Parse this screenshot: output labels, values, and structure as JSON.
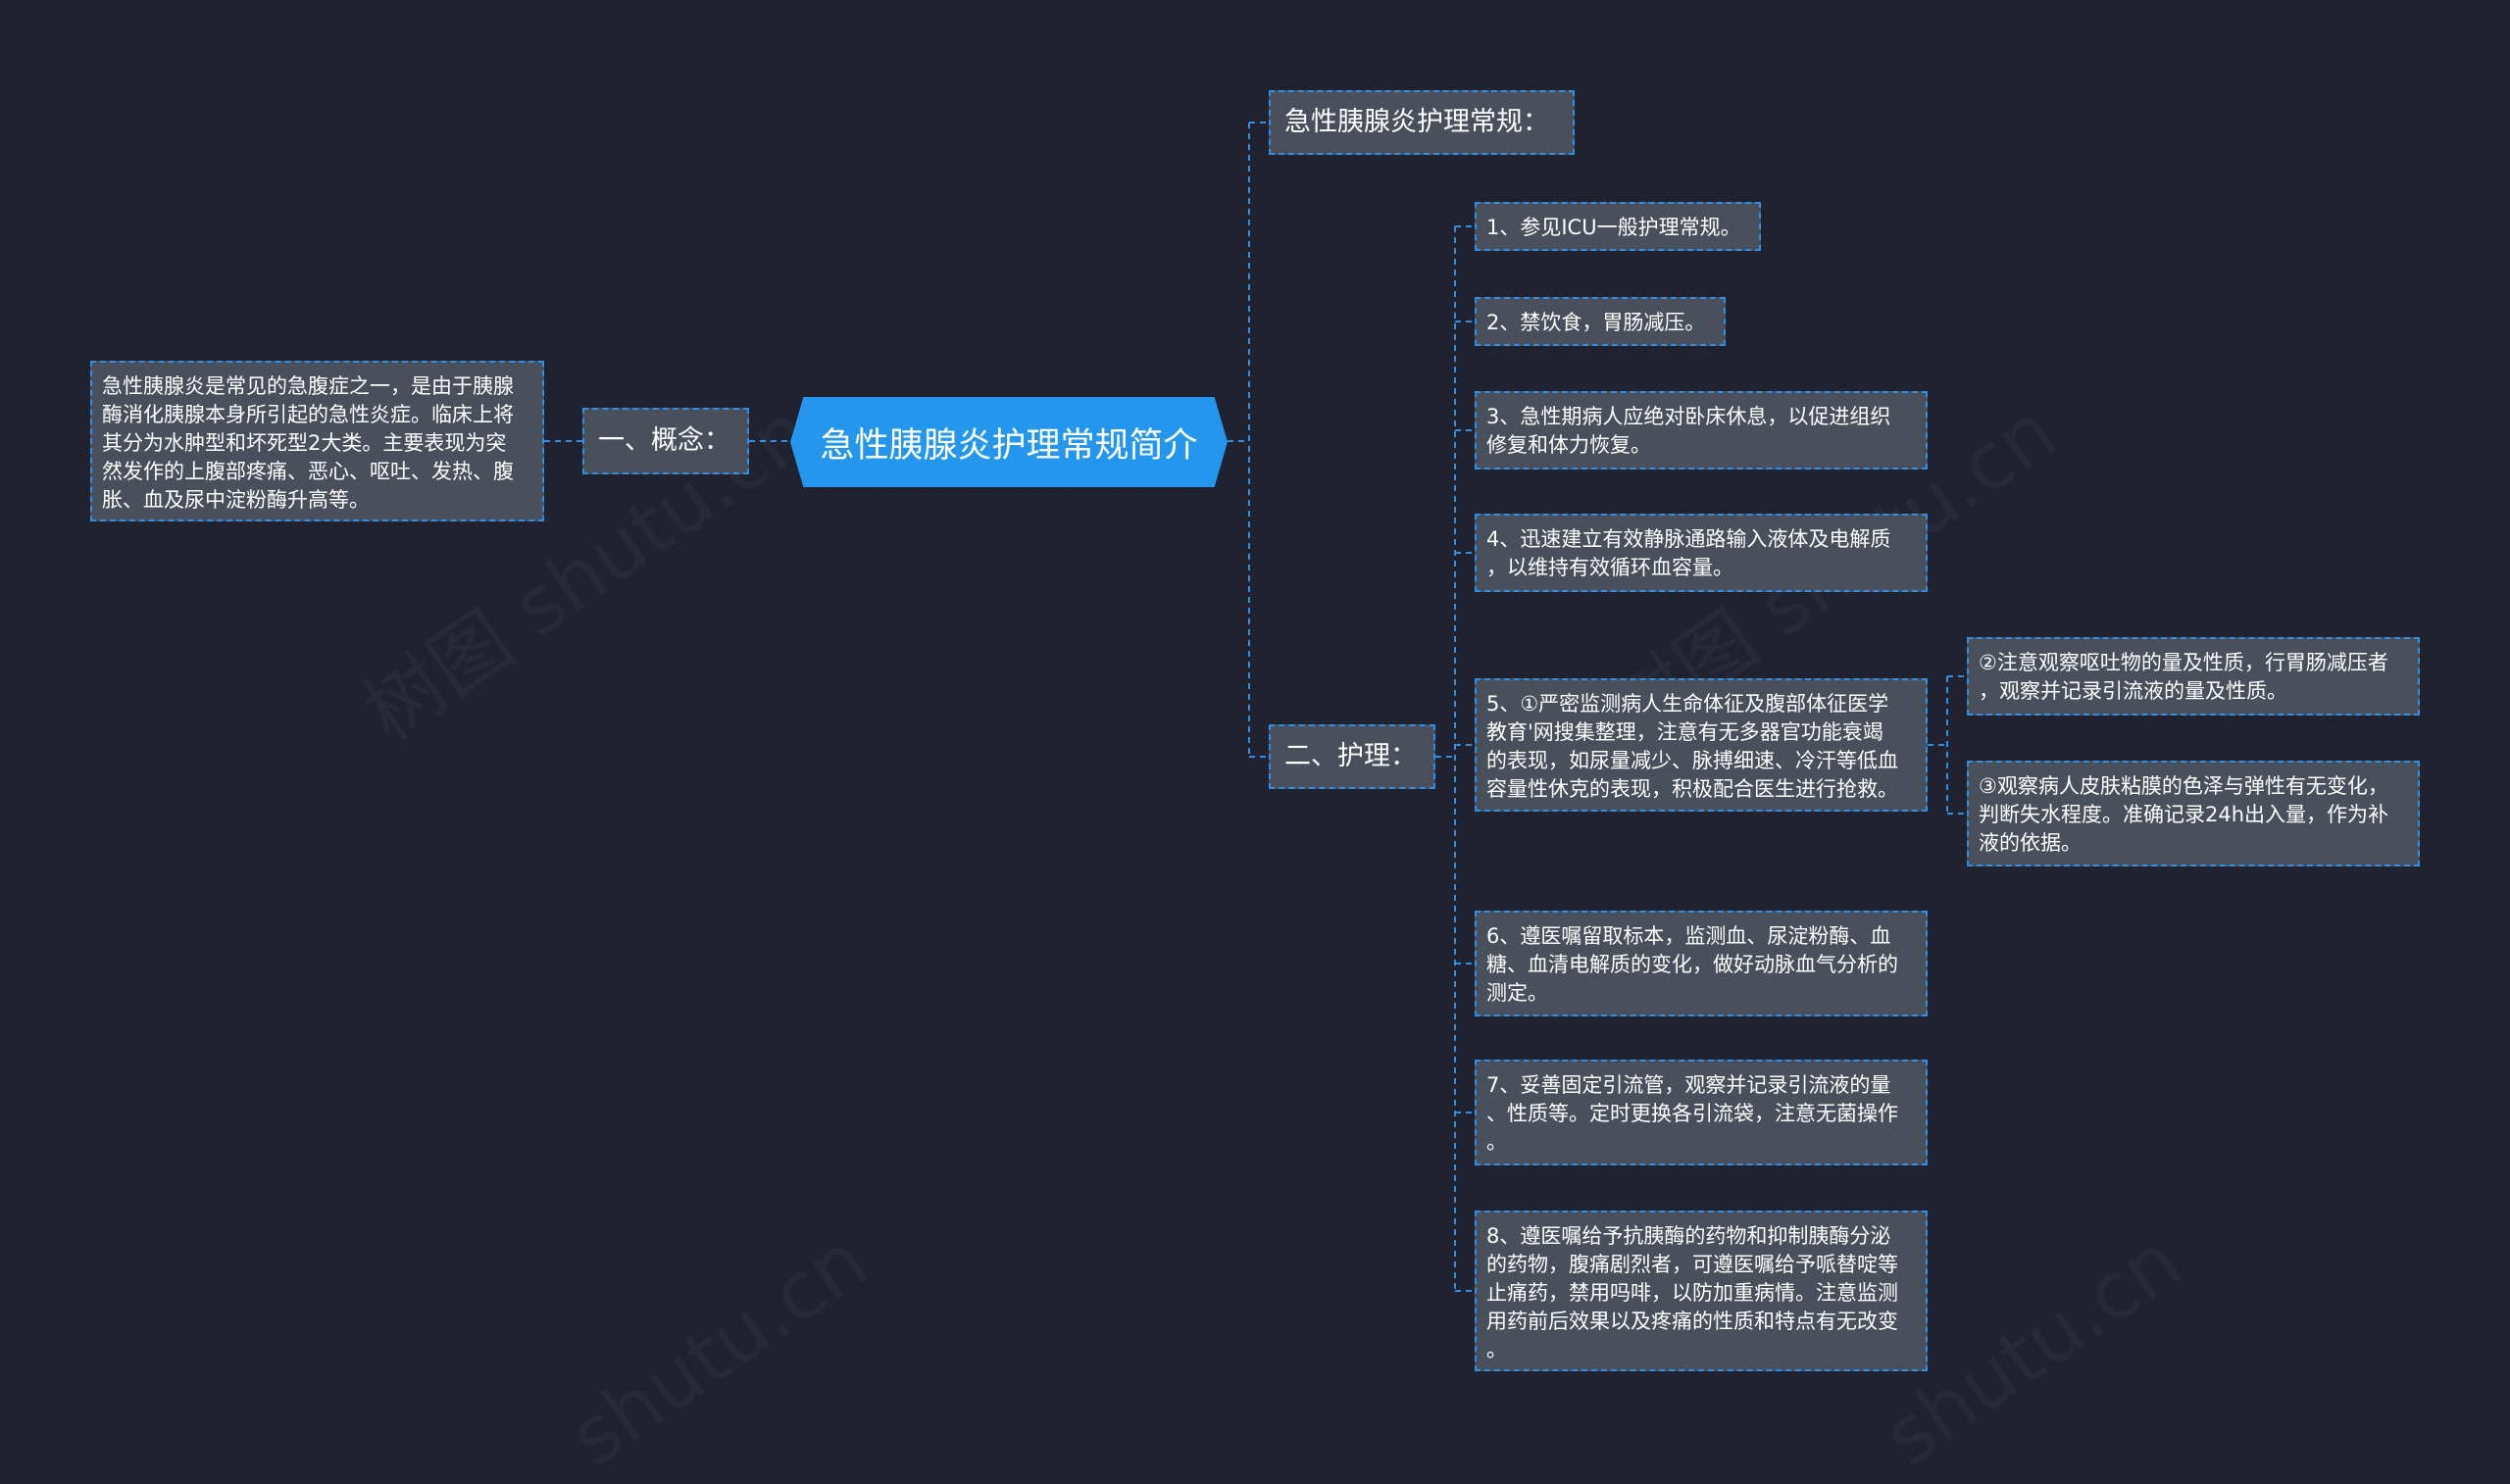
{
  "diagram": {
    "root": {
      "label": "急性胰腺炎护理常规简介"
    },
    "left_branch": {
      "label": "一、概念：",
      "content": "急性胰腺炎是常见的急腹症之一，是由于胰腺\n酶消化胰腺本身所引起的急性炎症。临床上将\n其分为水肿型和坏死型2大类。主要表现为突\n然发作的上腹部疼痛、恶心、呕吐、发热、腹\n胀、血及尿中淀粉酶升高等。"
    },
    "right_top": {
      "label": "急性胰腺炎护理常规："
    },
    "right_bottom": {
      "label": "二、护理：",
      "items": [
        "1、参见ICU一般护理常规。",
        "2、禁饮食，胃肠减压。",
        "3、急性期病人应绝对卧床休息，以促进组织\n修复和体力恢复。",
        "4、迅速建立有效静脉通路输入液体及电解质\n，以维持有效循环血容量。",
        "5、①严密监测病人生命体征及腹部体征医学\n教育'网搜集整理，注意有无多器官功能衰竭\n的表现，如尿量减少、脉搏细速、冷汗等低血\n容量性休克的表现，积极配合医生进行抢救。",
        "6、遵医嘱留取标本，监测血、尿淀粉酶、血\n糖、血清电解质的变化，做好动脉血气分析的\n测定。",
        "7、妥善固定引流管，观察并记录引流液的量\n、性质等。定时更换各引流袋，注意无菌操作\n。",
        "8、遵医嘱给予抗胰酶的药物和抑制胰酶分泌\n的药物，腹痛剧烈者，可遵医嘱给予哌替啶等\n止痛药，禁用吗啡，以防加重病情。注意监测\n用药前后效果以及疼痛的性质和特点有无改变\n。"
      ],
      "sub_items": [
        "②注意观察呕吐物的量及性质，行胃肠减压者\n，观察并记录引流液的量及性质。",
        "③观察病人皮肤粘膜的色泽与弹性有无变化，\n判断失水程度。准确记录24h出入量，作为补\n液的依据。"
      ]
    },
    "colors": {
      "background": "#20232f",
      "root_fill": "#2496ee",
      "node_fill": "#4a4f5c",
      "connector": "#2f8fe6"
    },
    "watermarks": [
      "树图 shutu.cn",
      "树图 shutu.cn",
      "shutu.cn",
      "shutu.cn"
    ]
  }
}
